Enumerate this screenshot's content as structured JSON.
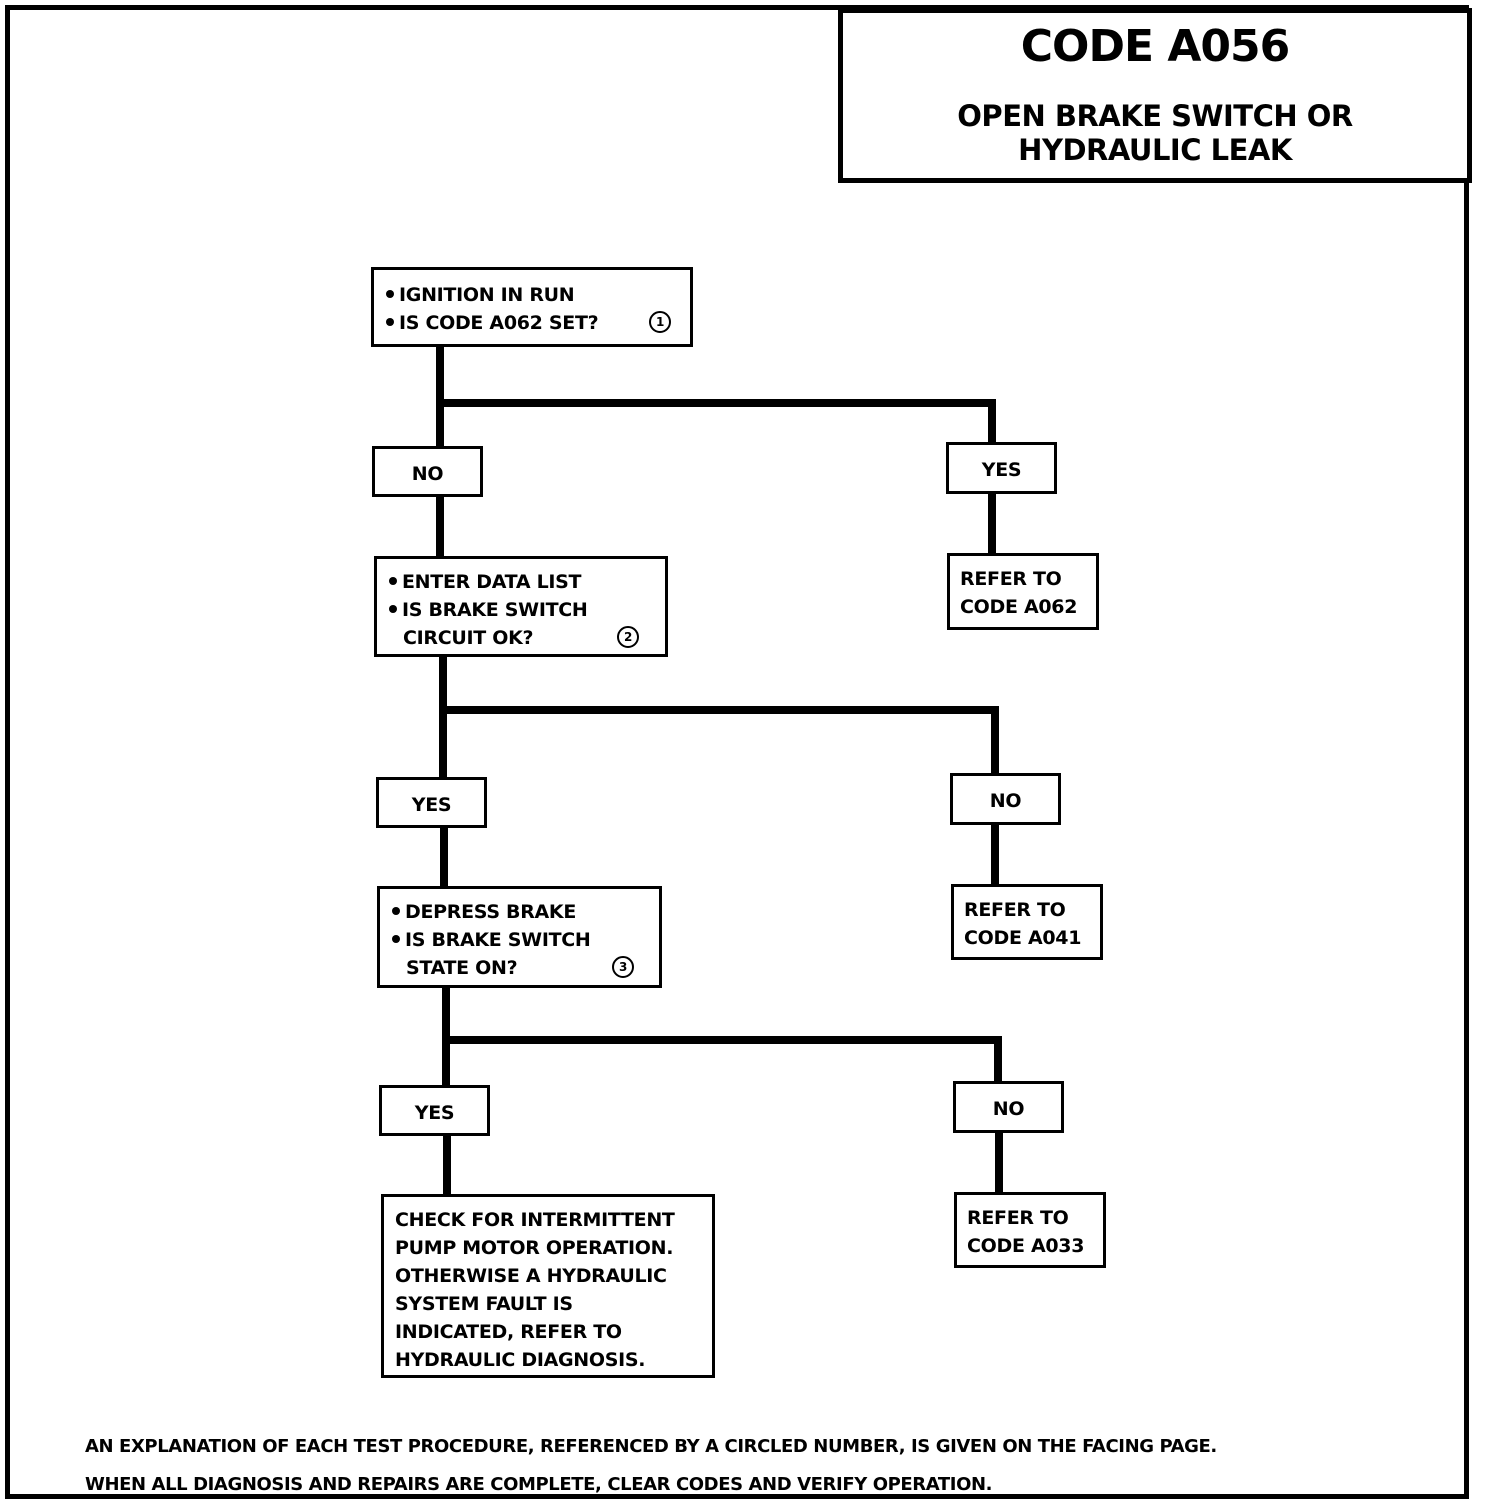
{
  "title": {
    "code": "CODE A056",
    "subtitle_line1": "OPEN BRAKE SWITCH OR",
    "subtitle_line2": "HYDRAULIC LEAK"
  },
  "steps": [
    {
      "lines": [
        "IGNITION IN RUN",
        "IS CODE A062 SET?"
      ],
      "step_number": "1"
    },
    {
      "lines": [
        "ENTER DATA LIST",
        "IS BRAKE SWITCH",
        "CIRCUIT OK?"
      ],
      "step_number": "2"
    },
    {
      "lines": [
        "DEPRESS BRAKE",
        "IS BRAKE SWITCH",
        "STATE ON?"
      ],
      "step_number": "3"
    }
  ],
  "answers": {
    "step1_no": "NO",
    "step1_yes": "YES",
    "step2_yes": "YES",
    "step2_no": "NO",
    "step3_yes": "YES",
    "step3_no": "NO"
  },
  "outcomes": {
    "refer_a062": [
      "REFER TO",
      "CODE A062"
    ],
    "refer_a041": [
      "REFER TO",
      "CODE A041"
    ],
    "refer_a033": [
      "REFER TO",
      "CODE A033"
    ],
    "final_check": [
      "CHECK FOR INTERMITTENT",
      "PUMP MOTOR OPERATION.",
      "OTHERWISE A HYDRAULIC",
      "SYSTEM FAULT IS",
      "INDICATED, REFER TO",
      "HYDRAULIC DIAGNOSIS."
    ]
  },
  "footer": {
    "note1": "AN EXPLANATION OF EACH TEST PROCEDURE, REFERENCED BY A CIRCLED NUMBER, IS GIVEN ON THE FACING PAGE.",
    "note2": "WHEN ALL DIAGNOSIS AND REPAIRS ARE COMPLETE, CLEAR CODES AND VERIFY OPERATION."
  }
}
